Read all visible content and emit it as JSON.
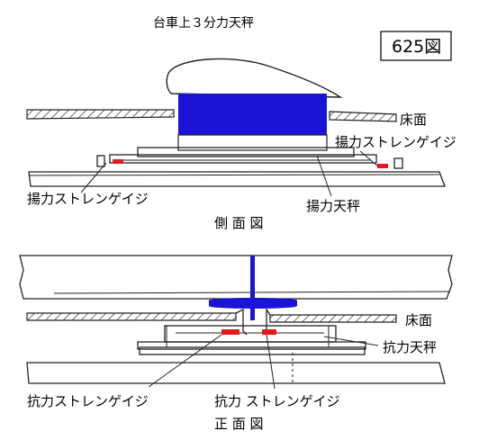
{
  "title": "台車上３分力天秤",
  "figure_number": "625図",
  "side_view": {
    "caption": "側 面 図",
    "labels": {
      "floor": "床面",
      "lift_gauge_right": "揚力ストレンゲイジ",
      "lift_gauge_left": "揚力ストレンゲイジ",
      "lift_balance": "揚力天秤"
    }
  },
  "front_view": {
    "caption": "正 面 図",
    "labels": {
      "floor": "床面",
      "drag_balance": "抗力天秤",
      "drag_gauge_left": "抗力ストレンゲイジ",
      "drag_gauge_right": "抗力 ストレンゲイジ"
    }
  },
  "colors": {
    "model_block": "#1a14d6",
    "strut": "#1a14d6",
    "strain_gauge": "#e11b1b",
    "line": "#222222"
  }
}
